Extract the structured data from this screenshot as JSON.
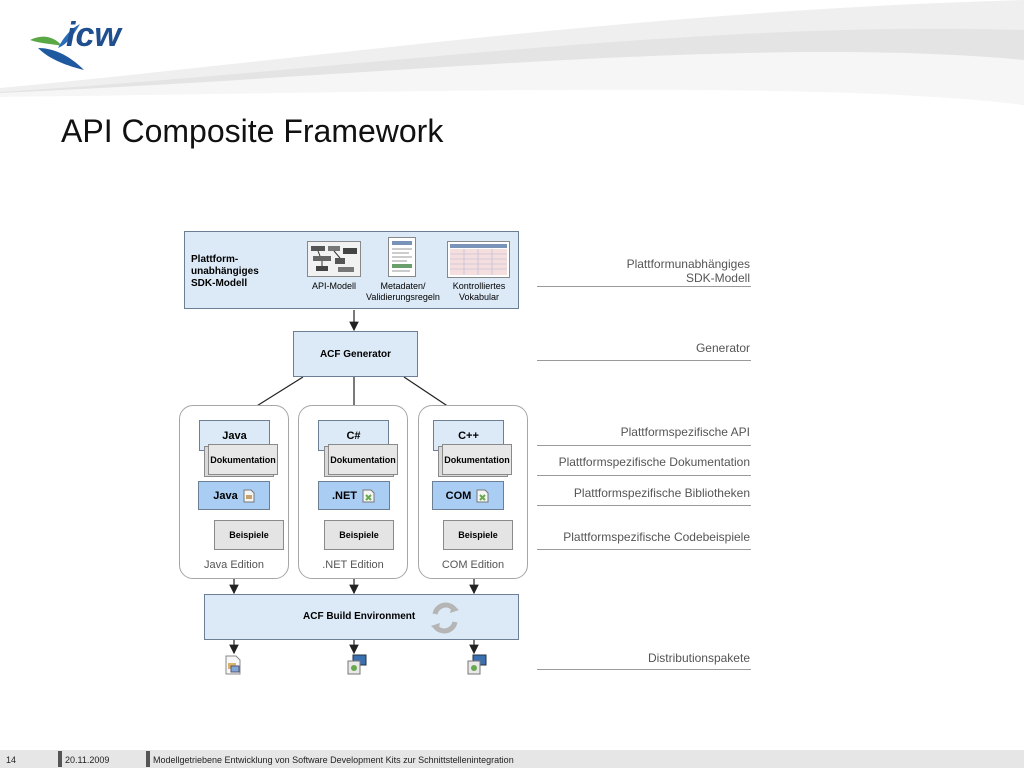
{
  "header": {
    "logo_text": "icw",
    "title": "API Composite Framework"
  },
  "diagram": {
    "top_box": {
      "label": "Plattform-\nunabhängiges\nSDK-Modell",
      "items": [
        "API-Modell",
        "Metadaten/\nValidierungsregeln",
        "Kontrolliertes\nVokabular"
      ]
    },
    "generator": "ACF Generator",
    "editions": [
      {
        "api": "Java",
        "doc": "Dokumentation",
        "lib": "Java",
        "examples": "Beispiele",
        "label": "Java Edition"
      },
      {
        "api": "C#",
        "doc": "Dokumentation",
        "lib": ".NET",
        "examples": "Beispiele",
        "label": ".NET Edition"
      },
      {
        "api": "C++",
        "doc": "Dokumentation",
        "lib": "COM",
        "examples": "Beispiele",
        "label": "COM Edition"
      }
    ],
    "build_env": "ACF Build Environment",
    "right_labels": [
      "Plattformunabhängiges\nSDK-Modell",
      "Generator",
      "Plattformspezifische API",
      "Plattformspezifische Dokumentation",
      "Plattformspezifische Bibliotheken",
      "Plattformspezifische Codebeispiele",
      "Distributionspakete"
    ],
    "icons": {
      "build_env": "refresh-cycle-icon",
      "java_lib": "jar-file-icon",
      "net_lib": "assembly-file-icon",
      "com_lib": "assembly-file-icon",
      "dist_java": "package-file-icon",
      "dist_net": "installer-icon",
      "dist_com": "installer-icon"
    }
  },
  "footer": {
    "page_number": "14",
    "date": "20.11.2009",
    "text": "Modellgetriebene Entwicklung von Software Development Kits zur Schnittstellenintegration"
  },
  "colors": {
    "box_blue": "#dceaf7",
    "lib_blue": "#a9cdf3",
    "logo_green": "#5aa845",
    "logo_blue": "#1f5aa0"
  }
}
